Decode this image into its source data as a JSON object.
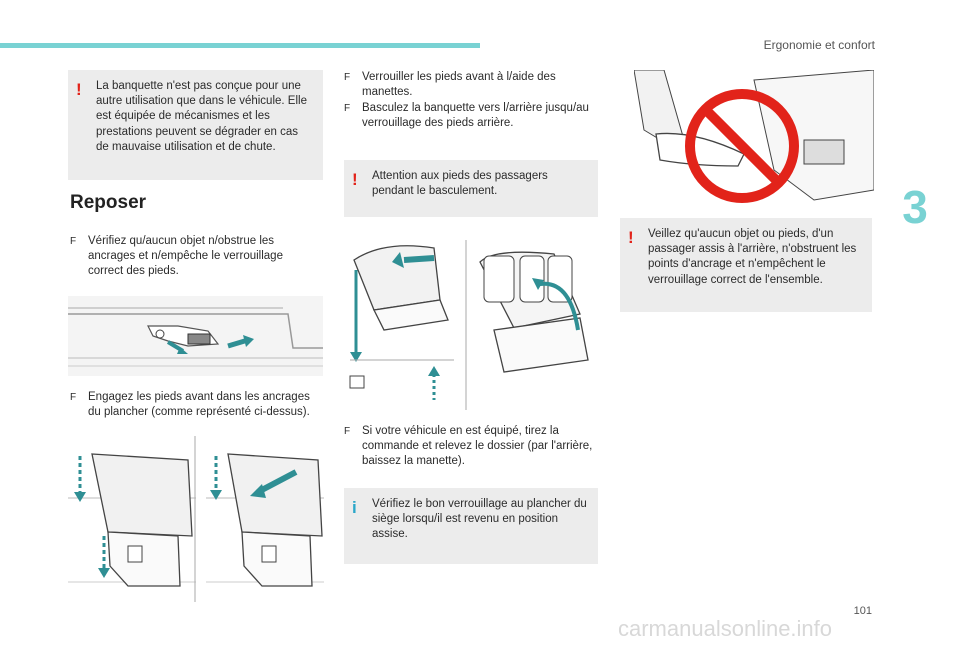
{
  "header": {
    "section_title": "Ergonomie et confort",
    "chapter_number": "3",
    "accent_color": "#79d2d3"
  },
  "left_column": {
    "warning": "La banquette n'est pas conçue pour une autre utilisation que dans le véhicule. Elle est équipée de mécanismes et les prestations peuvent se dégrader en cas de mauvaise utilisation et de chute.",
    "heading": "Reposer",
    "step1": "Vérifiez qu/aucun objet n/obstrue les ancrages et n/empêche le verrouillage correct des pieds.",
    "step2": "Engagez les pieds avant dans les ancrages du plancher (comme représenté ci-dessus)."
  },
  "middle_column": {
    "step3": "Verrouiller les pieds avant à l/aide des manettes.",
    "step4": "Basculez la banquette vers l/arrière jusqu/au verrouillage des pieds arrière.",
    "warning": "Attention aux pieds des passagers pendant le basculement.",
    "step5": "Si votre véhicule en est équipé, tirez la commande et relevez le dossier (par l'arrière, baissez la manette).",
    "info": "Vérifiez le bon verrouillage au plancher du siège lorsqu/il est revenu en position assise."
  },
  "right_column": {
    "warning": "Veillez qu'aucun objet ou pieds, d'un passager assis à l'arrière, n'obstruent les points d'ancrage et n'empêchent le verrouillage correct de l'ensemble."
  },
  "footer": {
    "page_number": "101",
    "watermark": "carmanualsonline.info"
  },
  "icons": {
    "bullet": "F",
    "warning_mark": "!",
    "info_mark": "i"
  },
  "colors": {
    "warning": "#e2231a",
    "info": "#2aa7c9",
    "box_background": "#ececec",
    "arrow": "#2f8f94"
  }
}
